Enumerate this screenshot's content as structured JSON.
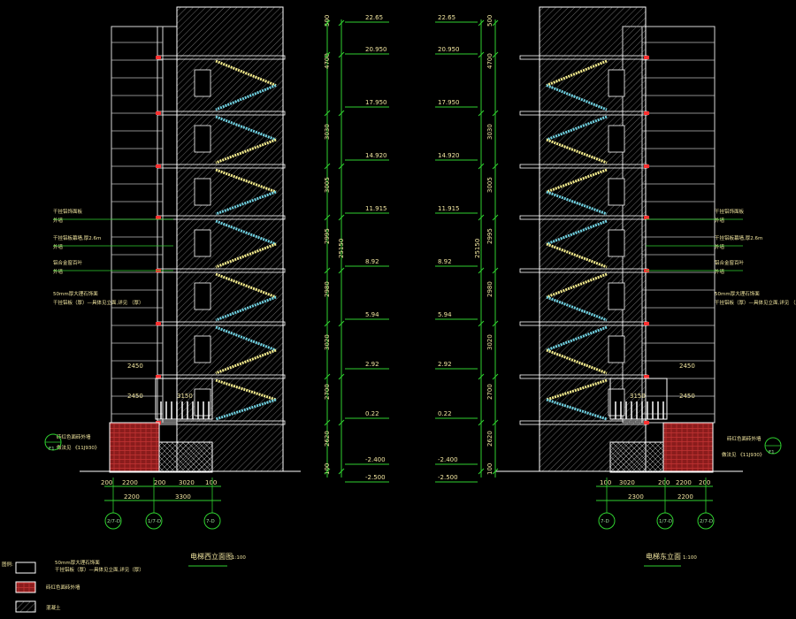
{
  "titles": {
    "left": "电梯西立面图",
    "right": "电梯东立面",
    "scale": "1:100"
  },
  "levels": {
    "dims": [
      "500",
      "4700",
      "3030",
      "3005",
      "2995",
      "2980",
      "3020",
      "2700",
      "2620",
      "100"
    ],
    "total": "25150",
    "elevations": [
      "22.65",
      "20.950",
      "17.950",
      "14.920",
      "11.915",
      "8.92",
      "5.94",
      "2.92",
      "0.22",
      "-2.400",
      "-2.500"
    ]
  },
  "notes": {
    "left": [
      "干挂铝饰面板",
      "外墙",
      "干挂铝板幕墙,厚2.6m",
      "外墙",
      "铝合金窗百叶",
      "外墙",
      "50mm厚大理石饰面",
      "干挂铝板（厚）—具体见立面,详见 （厚）"
    ],
    "right": [
      "干挂铝饰面板",
      "外墙",
      "干挂铝板幕墙,厚2.6m",
      "外墙",
      "铝合金窗百叶",
      "外墙",
      "50mm厚大理石饰面",
      "干挂铝板（厚）—具体见立面,详见 （厚）"
    ],
    "base_left": [
      "砖红色面砖外墙",
      "做法见 《11J930》"
    ],
    "base_right": [
      "砖红色面砖外墙",
      "做法见 《11J930》"
    ],
    "spans": [
      "2450",
      "2450",
      "3150"
    ]
  },
  "hdims_left": {
    "top": [
      "200",
      "2200",
      "200",
      "3020",
      "100"
    ],
    "bottom": [
      "2200",
      "3300"
    ]
  },
  "hdims_right": {
    "top": [
      "100",
      "3020",
      "200",
      "2200",
      "200"
    ],
    "bottom": [
      "2300",
      "2200"
    ]
  },
  "grid": {
    "left": [
      "2/7-D",
      "1/7-D",
      "7-D"
    ],
    "right": [
      "7-D",
      "1/7-D",
      "2/7-D"
    ],
    "bubble": "F1"
  },
  "legend": {
    "heading": "图例:",
    "items": [
      {
        "label": "50mm厚大理石饰面",
        "sub": "干挂铝板（厚）—具体见立面,详见（厚）"
      },
      {
        "label": "砖红色面砖外墙"
      },
      {
        "label": "混凝土"
      }
    ]
  },
  "colors": {
    "dimension": "#2fd12f",
    "stair_a": "#f2ea8c",
    "stair_b": "#6fd0e0",
    "slab": "#ff3030"
  }
}
